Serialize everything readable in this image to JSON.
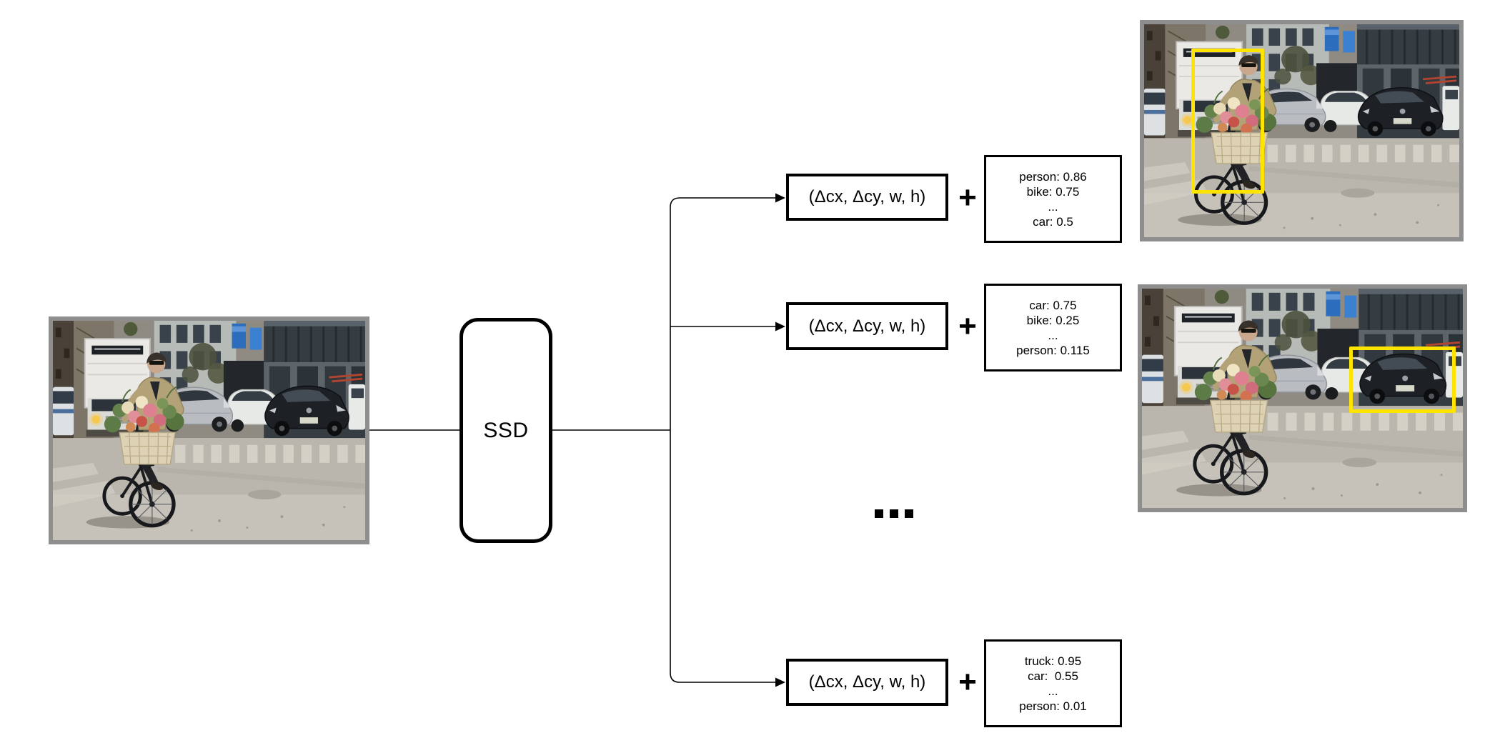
{
  "diagram": {
    "model_label": "SSD",
    "ellipsis_label": "...",
    "colors": {
      "bbox_yellow": "#ffe400",
      "photo_border_gray": "#8e8e8e",
      "line_black": "#000000",
      "background": "#ffffff"
    },
    "branches": [
      {
        "box_label": "(Δcx, Δcy, w, h)",
        "plus": "+",
        "score_lines": [
          "person: 0.86",
          "bike: 0.75",
          "...",
          "car: 0.5"
        ]
      },
      {
        "box_label": "(Δcx, Δcy, w, h)",
        "plus": "+",
        "score_lines": [
          "car: 0.75",
          "bike: 0.25",
          "...",
          "person: 0.115"
        ]
      },
      {
        "box_label": "(Δcx, Δcy, w, h)",
        "plus": "+",
        "score_lines": [
          "truck: 0.95",
          "car:  0.55",
          "...",
          "person: 0.01"
        ]
      }
    ],
    "images": {
      "input": {
        "description": "street photo: person riding a bike with a flower basket among cars"
      },
      "outputs": [
        {
          "highlight": "person-on-bike",
          "description": "same street photo with yellow box around the cyclist"
        },
        {
          "highlight": "car",
          "description": "same street photo with yellow box around the black car"
        }
      ]
    }
  }
}
